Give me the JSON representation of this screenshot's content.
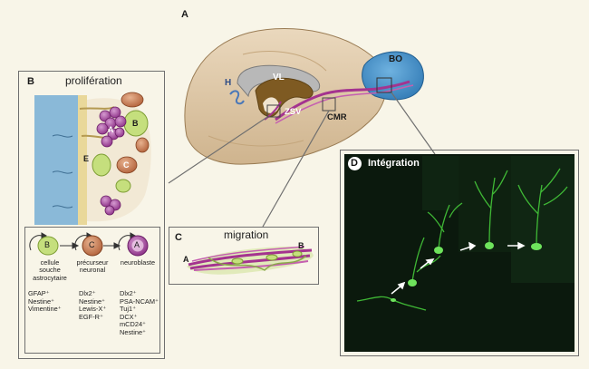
{
  "panel_a": {
    "letter": "A",
    "labels": {
      "h": "H",
      "vl": "VL",
      "zsv": "ZSV",
      "cmr": "CMR",
      "bo": "BO"
    }
  },
  "panel_b": {
    "letter": "B",
    "title": "prolifération",
    "cell_letters": {
      "a": "A",
      "b": "B",
      "c": "C",
      "e": "E"
    },
    "lineage": [
      {
        "symbol": "B",
        "label": [
          "cellule",
          "souche",
          "astrocytaire"
        ],
        "markers": [
          "GFAP⁺",
          "Nestine⁺",
          "Vimentine⁺"
        ]
      },
      {
        "symbol": "C",
        "label": [
          "précurseur",
          "neuronal"
        ],
        "markers": [
          "Dlx2⁺",
          "Nestine⁺",
          "Lewis-X⁺",
          "EGF-R⁺"
        ]
      },
      {
        "symbol": "A",
        "label": [
          "neuroblaste"
        ],
        "markers": [
          "Dlx2⁺",
          "PSA-NCAM⁺",
          "Tuj1⁺",
          "DCX⁺",
          "mCD24⁺",
          "Nestine⁺"
        ]
      }
    ]
  },
  "panel_c": {
    "letter": "C",
    "title": "migration",
    "end_a": "A",
    "end_b": "B"
  },
  "panel_d": {
    "letter": "D",
    "title": "Intégration"
  },
  "colors": {
    "brain": "#dcc5a4",
    "bulb": "#3f8fc7",
    "stream": "#a4338f",
    "neuron": "#45c93a",
    "panel_d_bg": "#0b190d"
  }
}
